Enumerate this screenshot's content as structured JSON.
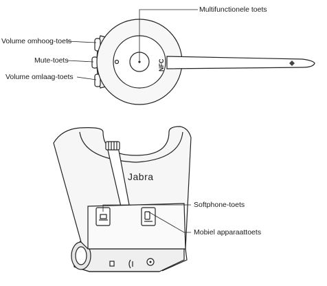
{
  "labels": {
    "multifunction": "Multifunctionele toets",
    "volume_up": "Volume omhoog-toets",
    "mute": "Mute-toets",
    "volume_down": "Volume omlaag-toets",
    "softphone": "Softphone-toets",
    "mobile": "Mobiel apparaattoets"
  },
  "headset": {
    "nfc_text": "NFC"
  },
  "base": {
    "brand": "Jabra"
  }
}
